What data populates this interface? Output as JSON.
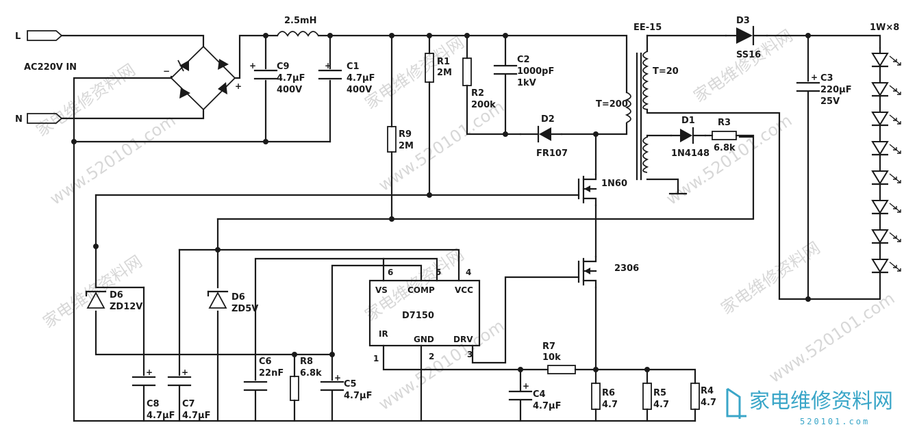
{
  "input": {
    "line_label": "L",
    "neutral_label": "N",
    "source_label": "AC220V  IN"
  },
  "components": {
    "inductor": "2.5mH",
    "c9": {
      "name": "C9",
      "value": "4.7μF",
      "voltage": "400V"
    },
    "c1": {
      "name": "C1",
      "value": "4.7μF",
      "voltage": "400V"
    },
    "r1": {
      "name": "R1",
      "value": "2M"
    },
    "r2": {
      "name": "R2",
      "value": "200k"
    },
    "c2": {
      "name": "C2",
      "value": "1000pF",
      "voltage": "1kV"
    },
    "d2": {
      "name": "D2",
      "value": "FR107"
    },
    "r9": {
      "name": "R9",
      "value": "2M"
    },
    "q1": "1N60",
    "q2": "2306",
    "transformer": {
      "name": "EE-15",
      "primary": "T=200",
      "secondary": "T=20"
    },
    "d3": {
      "name": "D3",
      "value": "SS16"
    },
    "c3": {
      "name": "C3",
      "value": "220μF",
      "voltage": "25V"
    },
    "d1": {
      "name": "D1",
      "value": "1N4148"
    },
    "r3": {
      "name": "R3",
      "value": "6.8k"
    },
    "led_string": "1W×8",
    "d6a": {
      "name": "D6",
      "value": "ZD12V"
    },
    "d6b": {
      "name": "D6",
      "value": "ZD5V"
    },
    "c8": {
      "name": "C8",
      "value": "4.7μF"
    },
    "c7": {
      "name": "C7",
      "value": "4.7μF"
    },
    "c6": {
      "name": "C6",
      "value": "22nF"
    },
    "r8": {
      "name": "R8",
      "value": "6.8k"
    },
    "c5": {
      "name": "C5",
      "value": "4.7μF"
    },
    "r7": {
      "name": "R7",
      "value": "10k"
    },
    "c4": {
      "name": "C4",
      "value": "4.7μF"
    },
    "r6": {
      "name": "R6",
      "value": "4.7"
    },
    "r5": {
      "name": "R5",
      "value": "4.7"
    },
    "r4": {
      "name": "R4",
      "value": "4.7"
    }
  },
  "ic": {
    "name": "D7150",
    "pins": {
      "vs": {
        "label": "VS",
        "num": "6"
      },
      "comp": {
        "label": "COMP",
        "num": "5"
      },
      "vcc": {
        "label": "VCC",
        "num": "4"
      },
      "ir": {
        "label": "IR",
        "num": "1"
      },
      "gnd": {
        "label": "GND",
        "num": "2"
      },
      "drv": {
        "label": "DRV",
        "num": "3"
      }
    }
  },
  "watermark": {
    "site": "www.520101.com",
    "cn": "家电维修资料网",
    "url": "520101.com"
  }
}
